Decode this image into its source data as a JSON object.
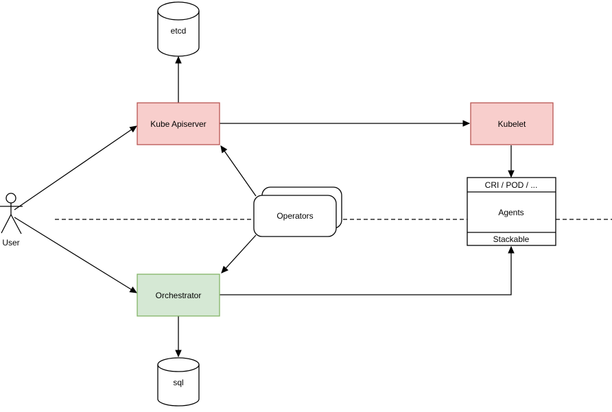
{
  "diagram": {
    "type": "architecture-diagram",
    "background": "#ffffff",
    "colors": {
      "red_node_fill": "#f8cecc",
      "red_node_stroke": "#b85450",
      "green_node_fill": "#d5e8d4",
      "green_node_stroke": "#82b366",
      "plain_node_fill": "#ffffff",
      "line": "#000000"
    },
    "separator": {
      "style": "dashed",
      "orientation": "horizontal"
    },
    "nodes": {
      "user": {
        "label": "User",
        "type": "actor"
      },
      "etcd": {
        "label": "etcd",
        "type": "database-cylinder"
      },
      "kube_apiserver": {
        "label": "Kube Apiserver",
        "type": "box",
        "fill": "#f8cecc",
        "stroke": "#b85450"
      },
      "kubelet": {
        "label": "Kubelet",
        "type": "box",
        "fill": "#f8cecc",
        "stroke": "#b85450"
      },
      "operators": {
        "label": "Operators",
        "type": "stacked-rounded-box",
        "fill": "#ffffff"
      },
      "orchestrator": {
        "label": "Orchestrator",
        "type": "box",
        "fill": "#d5e8d4",
        "stroke": "#82b366"
      },
      "sql": {
        "label": "sql",
        "type": "database-cylinder"
      },
      "agents": {
        "type": "component-box",
        "sections": [
          "CRI / POD / ...",
          "Agents",
          "Stackable"
        ]
      }
    },
    "edges": [
      {
        "from": "user",
        "to": "kube_apiserver",
        "arrow": "end"
      },
      {
        "from": "user",
        "to": "orchestrator",
        "arrow": "end"
      },
      {
        "from": "kube_apiserver",
        "to": "etcd",
        "arrow": "end"
      },
      {
        "from": "kube_apiserver",
        "to": "kubelet",
        "arrow": "end"
      },
      {
        "from": "operators",
        "to": "kube_apiserver",
        "arrow": "end"
      },
      {
        "from": "operators",
        "to": "orchestrator",
        "arrow": "end"
      },
      {
        "from": "kubelet",
        "to": "agents",
        "arrow": "end"
      },
      {
        "from": "orchestrator",
        "to": "agents_stackable",
        "arrow": "end"
      },
      {
        "from": "orchestrator",
        "to": "sql",
        "arrow": "end"
      }
    ]
  }
}
